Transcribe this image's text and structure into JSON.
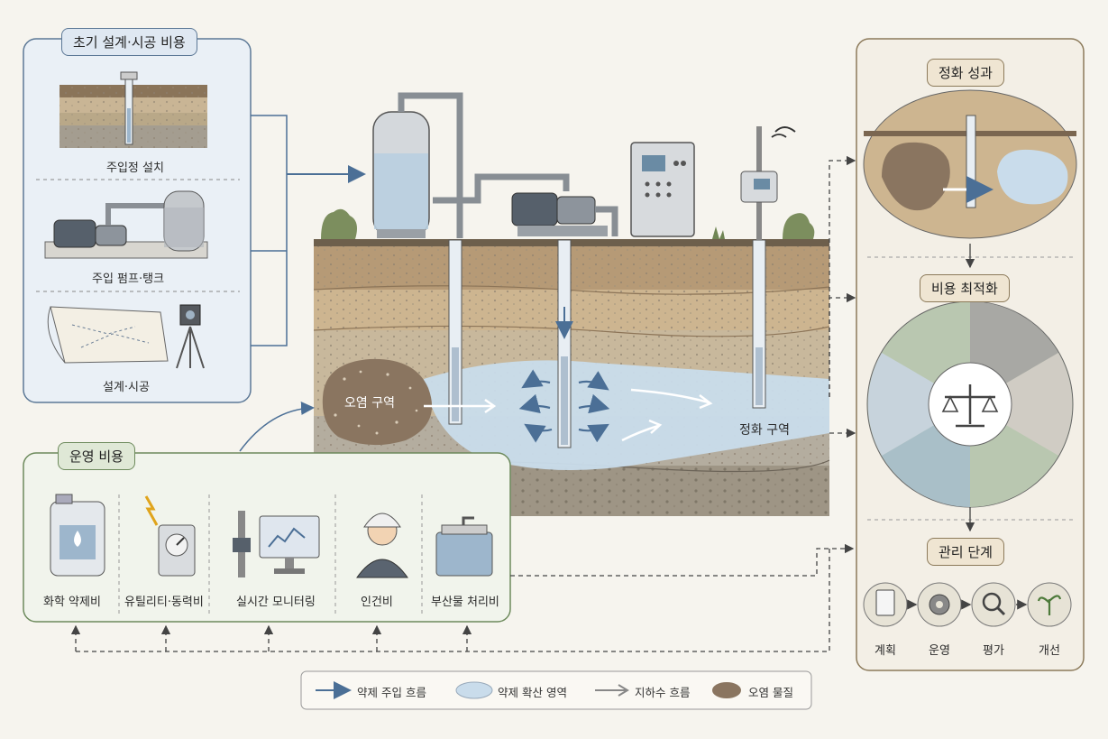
{
  "initial_cost": {
    "title": "초기 설계·시공 비용",
    "items": [
      "주입정 설치",
      "주입 펌프·탱크",
      "설계·시공"
    ]
  },
  "operation_cost": {
    "title": "운영 비용",
    "items": [
      "화학 약제비",
      "유틸리티·동력비",
      "실시간 모니터링",
      "인건비",
      "부산물 처리비"
    ]
  },
  "site": {
    "contamination_zone": "오염 구역",
    "purification_zone": "정화 구역"
  },
  "results": {
    "purification_title": "정화 성과",
    "optimization_title": "비용 최적화",
    "management_title": "관리 단계",
    "steps": [
      "계획",
      "운영",
      "평가",
      "개선"
    ]
  },
  "legend": [
    "약제 주입 흐름",
    "약제 확산 영역",
    "지하수 흐름",
    "오염 물질"
  ],
  "colors": {
    "flow_blue": "#4b6f96",
    "plume": "#c9dceb",
    "contaminant": "#8a7560",
    "panel_border": "#5c7896"
  }
}
